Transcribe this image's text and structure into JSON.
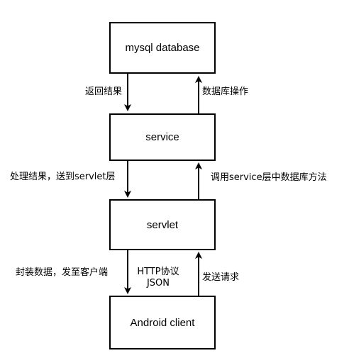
{
  "nodes": {
    "database": "mysql database",
    "service": "service",
    "servlet": "servlet",
    "client": "Android client"
  },
  "edges": {
    "db_to_service": "返回结果",
    "service_to_db": "数据库操作",
    "service_to_servlet": "处理结果，送到servlet层",
    "servlet_to_service": "调用service层中数据库方法",
    "servlet_to_client": "封装数据，发至客户端",
    "protocol_line1": "HTTP协议",
    "protocol_line2": "JSON",
    "client_to_servlet": "发送请求"
  }
}
